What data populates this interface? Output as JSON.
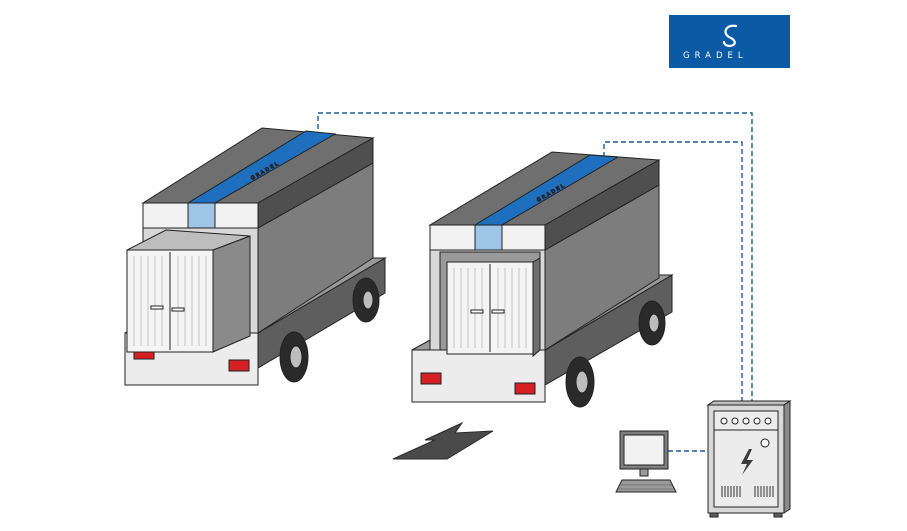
{
  "logo": {
    "text": "GRADEL",
    "background": "#0a5aa6"
  },
  "vehicle_left": {
    "roof_label": "GRADEL"
  },
  "vehicle_right": {
    "roof_label": "GRADEL"
  },
  "colors": {
    "brand_blue": "#1f6fbf",
    "light_blue": "#9ec5e6",
    "body_gray": "#7d7d7d",
    "dark_gray": "#5e5e5e",
    "light_gray": "#e9e9e9",
    "tail_light": "#d42020",
    "cable": "#1a5aa0"
  },
  "icons": [
    "logo-mark-icon",
    "lightning-icon",
    "arrow-icon",
    "monitor-icon",
    "keyboard-icon"
  ]
}
